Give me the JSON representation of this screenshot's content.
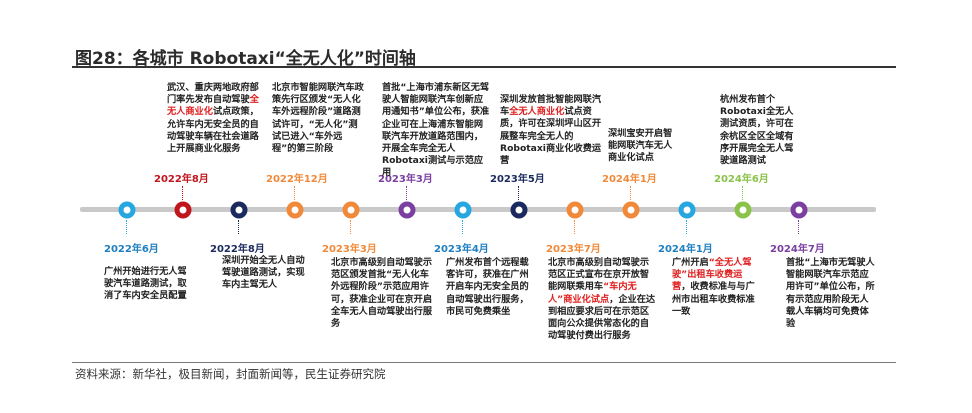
{
  "title": "图28：各城市 Robotaxi“全无人化”时间轴",
  "footer": "资料来源：新华社，极目新闻，封面新闻等，民生证券研究院",
  "colors": {
    "cyan": "#27a6e0",
    "red": "#c0151c",
    "navy": "#1b2a5e",
    "orange": "#f08a3a",
    "purple": "#7a3fa1",
    "green": "#8bc34a",
    "timeline": "#c9c9c9",
    "highlight": "#e02020"
  },
  "events": [
    {
      "id": "e1",
      "position": "below",
      "color": "cyan",
      "date_color": "#1f7fc0",
      "date": "2022年6月",
      "text": [
        {
          "t": "广州开始进行无人驾驶汽车道路测试，取消了车内安全员配置"
        }
      ]
    },
    {
      "id": "e2",
      "position": "above",
      "color": "red",
      "date_color": "#c0151c",
      "date": "2022年8月",
      "text": [
        {
          "t": "武汉、重庆两地政府部门率先发布自动驾驶"
        },
        {
          "t": "全无人商业化",
          "hl": true
        },
        {
          "t": "试点政策，允许车内无安全员的自动驾驶车辆在社会道路上开展商业化服务"
        }
      ]
    },
    {
      "id": "e3",
      "position": "below",
      "color": "navy",
      "date_color": "#1b2a5e",
      "date": "2022年8月",
      "text": [
        {
          "t": "深圳开始全无人自动驾驶道路测试，实现车内主驾无人"
        }
      ]
    },
    {
      "id": "e4",
      "position": "above",
      "color": "orange",
      "date_color": "#f08a3a",
      "date": "2022年12月",
      "text": [
        {
          "t": "北京市智能网联汽车政策先行区颁发“无人化车外远程阶段”道路测试许可，“无人化”测试已进入“车外远程”的第三阶段"
        }
      ]
    },
    {
      "id": "e5",
      "position": "below",
      "color": "orange",
      "date_color": "#f08a3a",
      "date": "2023年3月",
      "text": [
        {
          "t": "北京市高级别自动驾驶示范区颁发首批“无人化车外远程阶段”示范应用许可，获准企业可在京开启全车无人自动驾驶出行服务"
        }
      ]
    },
    {
      "id": "e6",
      "position": "above",
      "color": "purple",
      "date_color": "#7a3fa1",
      "date": "2023年3月",
      "text": [
        {
          "t": "首批“上海市浦东新区无驾驶人智能网联汽车创新应用通知书”单位公布，获准企业可在上海浦东智能网联汽车开放道路范围内，开展全车完全无人Robotaxi测试与示范应用"
        }
      ]
    },
    {
      "id": "e7",
      "position": "below",
      "color": "cyan",
      "date_color": "#1f7fc0",
      "date": "2023年4月",
      "text": [
        {
          "t": "广州发布首个远程载客许可，获准在广州开启车内无安全员的自动驾驶出行服务，市民可免费乘坐"
        }
      ]
    },
    {
      "id": "e8",
      "position": "above",
      "color": "navy",
      "date_color": "#1b2a5e",
      "date": "2023年5月",
      "text": [
        {
          "t": "深圳发放首批智能网联汽车"
        },
        {
          "t": "全无人商业化",
          "hl": true
        },
        {
          "t": "试点资质，许可在深圳坪山区开展整车完全无人的Robotaxi商业化收费运营"
        }
      ]
    },
    {
      "id": "e9",
      "position": "below",
      "color": "orange",
      "date_color": "#f08a3a",
      "date": "2023年7月",
      "text": [
        {
          "t": "北京市高级别自动驾驶示范区正式宣布在京开放智能网联乘用车"
        },
        {
          "t": "“车内无人”商业化试点",
          "hl": true
        },
        {
          "t": "，企业在达到相应要求后可在示范区面向公众提供常态化的自动驾驶付费出行服务"
        }
      ]
    },
    {
      "id": "e10",
      "position": "above",
      "color": "orange",
      "date_color": "#f08a3a",
      "date": "2024年1月",
      "text": [
        {
          "t": "深圳宝安开启智能网联汽车无人商业化试点"
        }
      ]
    },
    {
      "id": "e11",
      "position": "below",
      "color": "cyan",
      "date_color": "#1f7fc0",
      "date": "2024年1月",
      "text": [
        {
          "t": "广州开启"
        },
        {
          "t": "“全无人驾驶”出租车收费运营",
          "hl": true
        },
        {
          "t": "，收费标准与与广州市出租车收费标准一致"
        }
      ]
    },
    {
      "id": "e12",
      "position": "above",
      "color": "green",
      "date_color": "#8bc34a",
      "date": "2024年6月",
      "text": [
        {
          "t": "杭州发布首个Robotaxi全无人测试资质，许可在余杭区全区全域有序开展完全无人驾驶道路测试"
        }
      ]
    },
    {
      "id": "e13",
      "position": "below",
      "color": "purple",
      "date_color": "#7a3fa1",
      "date": "2024年7月",
      "text": [
        {
          "t": "首批“上海市无驾驶人智能网联汽车示范应用许可”单位公布，所有示范应用阶段无人载人车辆均可免费体验"
        }
      ]
    }
  ]
}
